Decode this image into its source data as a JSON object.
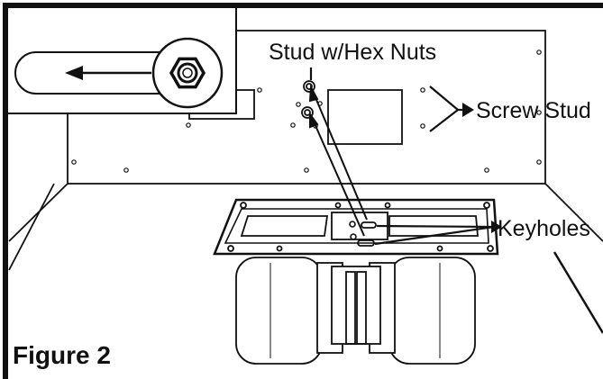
{
  "figure": {
    "title": "Figure 2",
    "colors": {
      "line": "#111111",
      "background": "#ffffff"
    }
  },
  "labels": {
    "stud_hex_nuts": "Stud w/Hex Nuts",
    "screw_stud": "Screw Stud",
    "keyholes": "Keyholes"
  },
  "icons": [
    "hex-nut-icon",
    "direction-arrow-icon"
  ]
}
